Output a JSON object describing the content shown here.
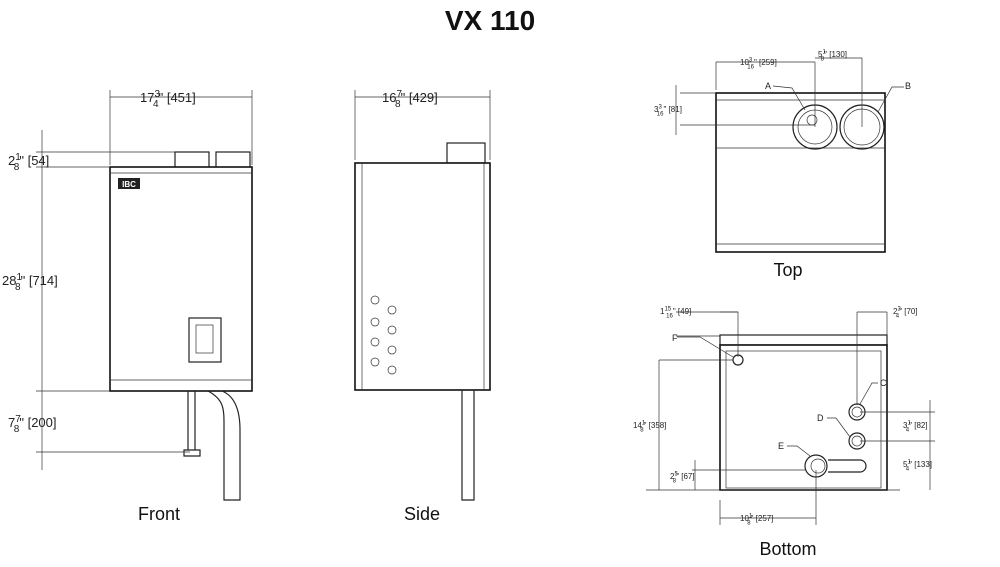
{
  "title": "VX 110",
  "captions": {
    "front": "Front",
    "side": "Side",
    "top": "Top",
    "bottom": "Bottom"
  },
  "logo_text": "IBC",
  "dimensions": {
    "front_width": {
      "whole": "17",
      "num": "3",
      "den": "4",
      "mm": "451"
    },
    "front_top": {
      "whole": "2",
      "num": "1",
      "den": "8",
      "mm": "54"
    },
    "front_height": {
      "whole": "28",
      "num": "1",
      "den": "8",
      "mm": "714"
    },
    "front_bottom": {
      "whole": "7",
      "num": "7",
      "den": "8",
      "mm": "200"
    },
    "side_depth": {
      "whole": "16",
      "num": "7",
      "den": "8",
      "mm": "429"
    },
    "top_a_offset": {
      "whole": "10",
      "num": "3",
      "den": "16",
      "mm": "259"
    },
    "top_ab_spacing": {
      "whole": "5",
      "num": "1",
      "den": "8",
      "mm": "130"
    },
    "top_depth_offset": {
      "whole": "3",
      "num": "3",
      "den": "16",
      "mm": "81"
    },
    "bottom_f_offset": {
      "whole": "1",
      "num": "15",
      "den": "16",
      "mm": "49"
    },
    "bottom_c_offset": {
      "whole": "2",
      "num": "3",
      "den": "4",
      "mm": "70"
    },
    "bottom_f_depth": {
      "whole": "14",
      "num": "1",
      "den": "8",
      "mm": "358"
    },
    "bottom_cd_spacing": {
      "whole": "3",
      "num": "1",
      "den": "4",
      "mm": "82"
    },
    "bottom_d_depth": {
      "whole": "5",
      "num": "1",
      "den": "4",
      "mm": "133"
    },
    "bottom_e_depth": {
      "whole": "2",
      "num": "5",
      "den": "8",
      "mm": "67"
    },
    "bottom_e_offset": {
      "whole": "10",
      "num": "1",
      "den": "8",
      "mm": "257"
    }
  },
  "connection_labels": {
    "a": "A",
    "b": "B",
    "c": "C",
    "d": "D",
    "e": "E",
    "f": "F"
  }
}
